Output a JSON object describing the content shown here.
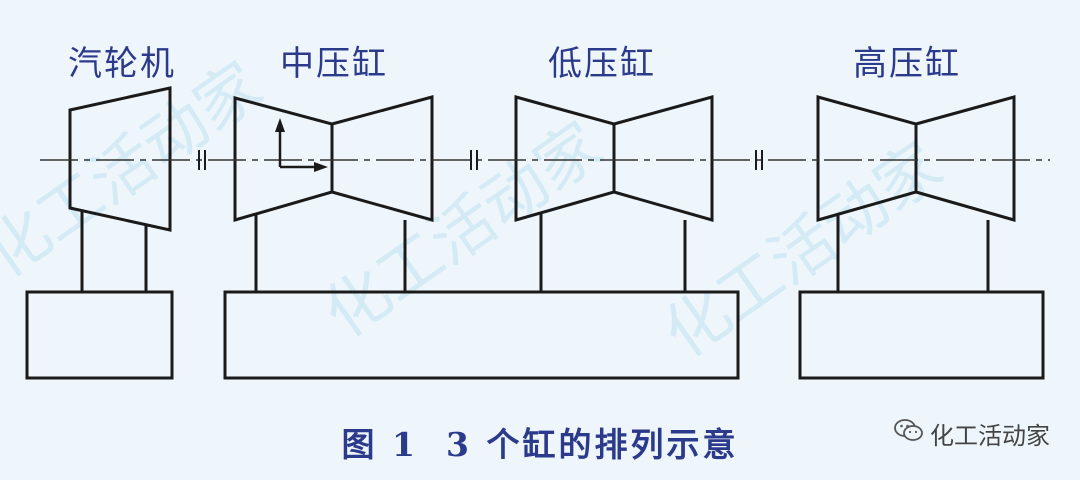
{
  "labels": {
    "turbine": "汽轮机",
    "ip_cylinder": "中压缸",
    "lp_cylinder": "低压缸",
    "hp_cylinder": "高压缸"
  },
  "caption": {
    "figure_no": "图 1",
    "title": "3 个缸的排列示意"
  },
  "watermark": {
    "text": "化工活动家",
    "icon": "wechat-icon"
  },
  "background_watermark": "化工活动家",
  "colors": {
    "line": "#1a1a1a",
    "label": "#2c3a8c",
    "background": "#eef6fb"
  }
}
